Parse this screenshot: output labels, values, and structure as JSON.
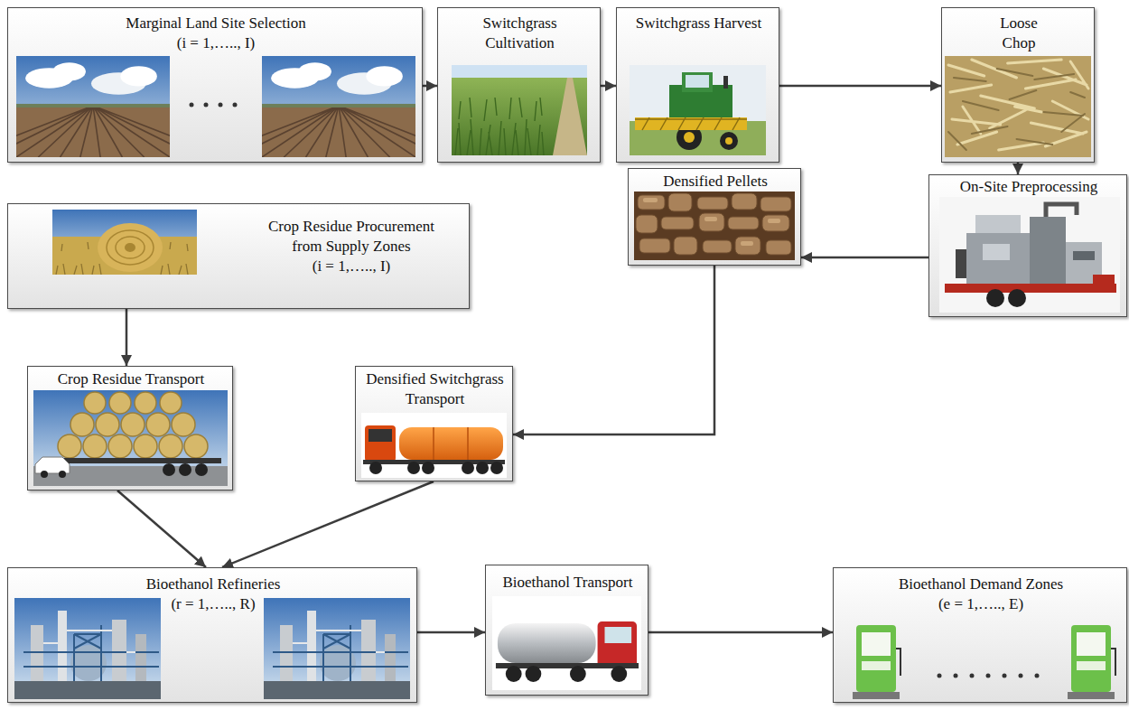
{
  "diagram": {
    "nodes": [
      {
        "text": [
          "Marginal Land Site Selection",
          "(i = 1,….., I)"
        ]
      },
      {
        "text": [
          "Switchgrass Cultivation"
        ]
      },
      {
        "text": [
          "Switchgrass Harvest"
        ]
      },
      {
        "text": [
          "Loose Chop"
        ]
      },
      {
        "text": [
          "Densified Pellets"
        ]
      },
      {
        "text": [
          "On-Site Preprocessing"
        ]
      },
      {
        "text": [
          "Crop Residue Procurement from Supply Zones",
          "(i = 1,….., I)"
        ]
      },
      {
        "text": [
          "Crop Residue Transport"
        ]
      },
      {
        "text": [
          "Densified Switchgrass Transport"
        ]
      },
      {
        "text": [
          "Bioethanol Refineries",
          "(r = 1,….., R)"
        ]
      },
      {
        "text": [
          "Bioethanol Transport"
        ]
      },
      {
        "text": [
          "Bioethanol Demand Zones",
          "(e = 1,….., E)"
        ]
      }
    ],
    "edges": [
      {
        "from": 0,
        "to": 1,
        "arrow": "to"
      },
      {
        "from": 1,
        "to": 2,
        "arrow": "to"
      },
      {
        "from": 2,
        "to": 3,
        "arrow": "to"
      },
      {
        "from": 3,
        "to": 5,
        "arrow": "to"
      },
      {
        "from": 5,
        "to": 4,
        "arrow": "to"
      },
      {
        "from": 4,
        "to": 8,
        "arrow": "to"
      },
      {
        "from": 6,
        "to": 7,
        "arrow": "to"
      },
      {
        "from": 7,
        "to": 9,
        "arrow": "to"
      },
      {
        "from": 8,
        "to": 9,
        "arrow": "to"
      },
      {
        "from": 9,
        "to": 10,
        "arrow": "to"
      },
      {
        "from": 10,
        "to": 11,
        "arrow": "to"
      }
    ]
  }
}
